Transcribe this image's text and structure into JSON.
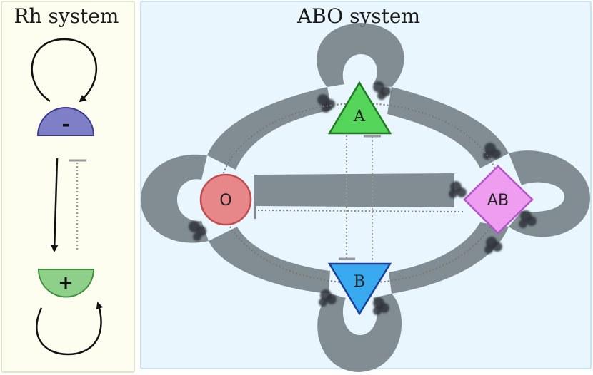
{
  "panels": {
    "rh": {
      "title": "Rh system",
      "bg": "#fdfdf0",
      "border": "#e2e4cc"
    },
    "abo": {
      "title": "ABO system",
      "bg": "#e9f6fd",
      "border": "#c9e3f2"
    }
  },
  "rh_nodes": {
    "negative": {
      "label": "-",
      "fill": "#7f7fc8",
      "stroke": "#3a3a8a"
    },
    "positive": {
      "label": "+",
      "fill": "#8ed08a",
      "stroke": "#3f8f3a"
    }
  },
  "abo_nodes": {
    "O": {
      "label": "O",
      "shape": "circle",
      "fill": "#e8878a",
      "stroke": "#c04d51"
    },
    "A": {
      "label": "A",
      "shape": "triangle-up",
      "fill": "#55d65a",
      "stroke": "#1f7a23"
    },
    "B": {
      "label": "B",
      "shape": "triangle-down",
      "fill": "#3aaaf0",
      "stroke": "#1a3f9a"
    },
    "AB": {
      "label": "AB",
      "shape": "diamond",
      "fill": "#ee9df0",
      "stroke": "#b355c9"
    }
  },
  "edge_colors": {
    "arrow": "#111111",
    "inhibition": "#999999",
    "band": "#6f7a80"
  }
}
